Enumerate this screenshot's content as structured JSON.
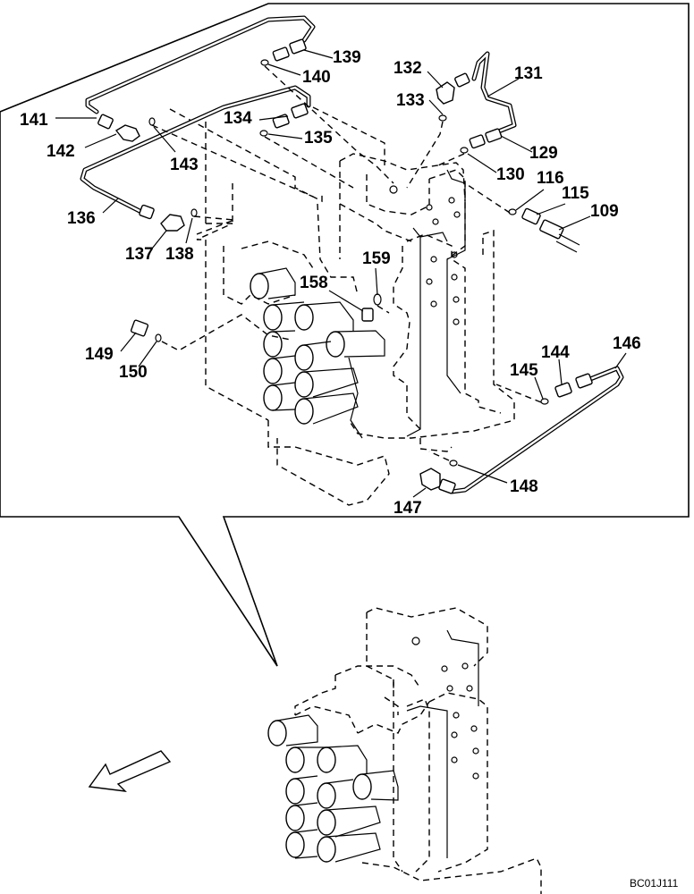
{
  "diagram": {
    "drawing_code": "BC01J111",
    "callouts": [
      {
        "id": "141",
        "text": "141"
      },
      {
        "id": "142",
        "text": "142"
      },
      {
        "id": "143",
        "text": "143"
      },
      {
        "id": "136",
        "text": "136"
      },
      {
        "id": "137",
        "text": "137"
      },
      {
        "id": "138",
        "text": "138"
      },
      {
        "id": "139",
        "text": "139"
      },
      {
        "id": "140",
        "text": "140"
      },
      {
        "id": "134",
        "text": "134"
      },
      {
        "id": "135",
        "text": "135"
      },
      {
        "id": "132",
        "text": "132"
      },
      {
        "id": "133",
        "text": "133"
      },
      {
        "id": "131",
        "text": "131"
      },
      {
        "id": "129",
        "text": "129"
      },
      {
        "id": "130",
        "text": "130"
      },
      {
        "id": "116",
        "text": "116"
      },
      {
        "id": "115",
        "text": "115"
      },
      {
        "id": "109",
        "text": "109"
      },
      {
        "id": "159",
        "text": "159"
      },
      {
        "id": "158",
        "text": "158"
      },
      {
        "id": "149",
        "text": "149"
      },
      {
        "id": "150",
        "text": "150"
      },
      {
        "id": "144",
        "text": "144"
      },
      {
        "id": "146",
        "text": "146"
      },
      {
        "id": "145",
        "text": "145"
      },
      {
        "id": "148",
        "text": "148"
      },
      {
        "id": "147",
        "text": "147"
      }
    ]
  }
}
